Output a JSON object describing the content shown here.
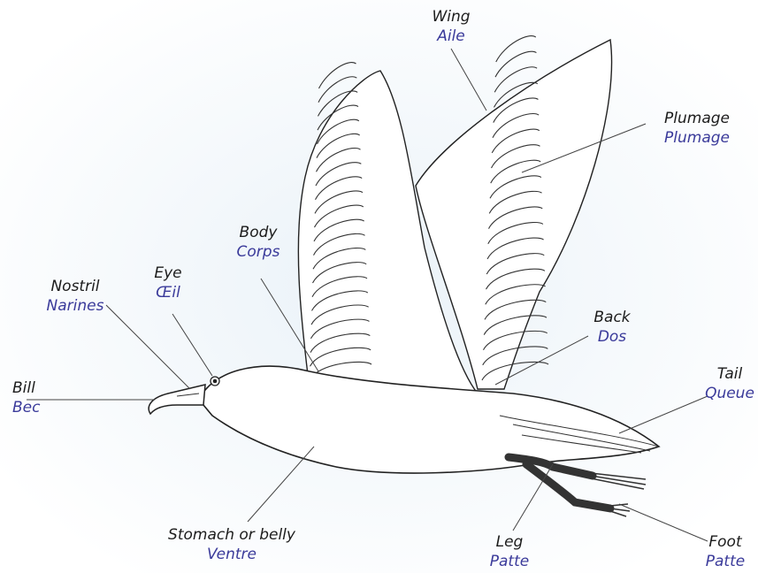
{
  "labels": {
    "wing": {
      "en": "Wing",
      "fr": "Aile"
    },
    "plumage": {
      "en": "Plumage",
      "fr": "Plumage"
    },
    "body": {
      "en": "Body",
      "fr": "Corps"
    },
    "eye": {
      "en": "Eye",
      "fr": "Œil"
    },
    "nostril": {
      "en": "Nostril",
      "fr": "Narines"
    },
    "bill": {
      "en": "Bill",
      "fr": "Bec"
    },
    "back": {
      "en": "Back",
      "fr": "Dos"
    },
    "tail": {
      "en": "Tail",
      "fr": "Queue"
    },
    "stomach": {
      "en": "Stomach or belly",
      "fr": "Ventre"
    },
    "leg": {
      "en": "Leg",
      "fr": "Patte"
    },
    "foot": {
      "en": "Foot",
      "fr": "Patte"
    }
  },
  "colors": {
    "english_label": "#1c1c1c",
    "french_label": "#3a3a9a",
    "outline": "#222222",
    "leader_line": "#444444",
    "legs": "#333333"
  },
  "icons": {
    "figure": "seagull-in-flight-illustration"
  }
}
